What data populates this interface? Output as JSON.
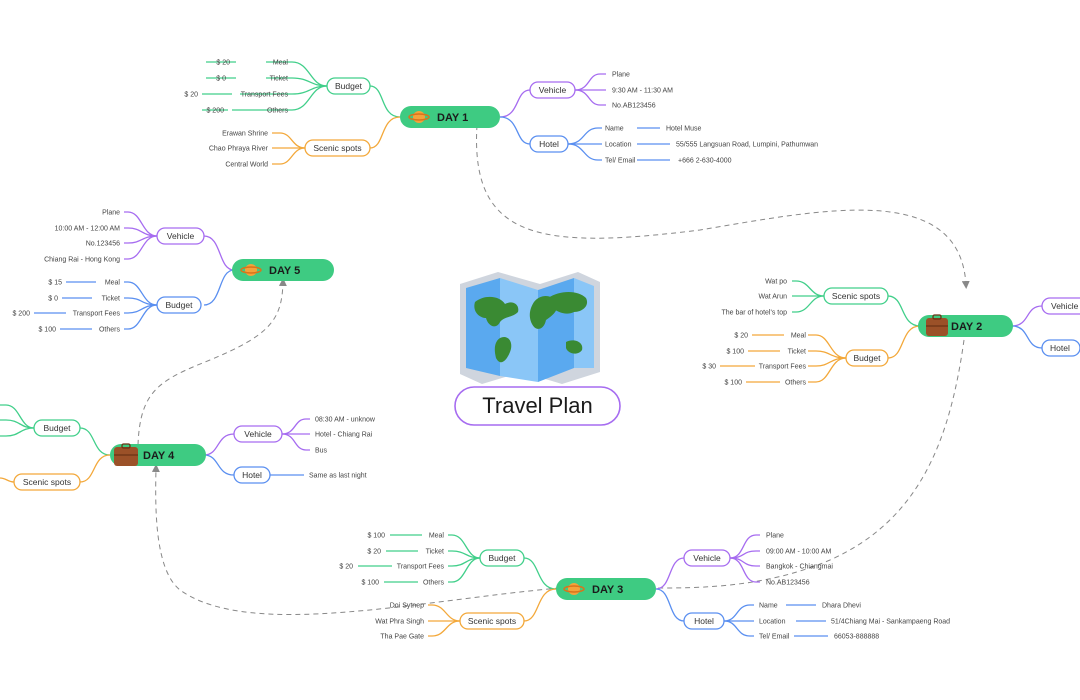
{
  "title": "Travel Plan",
  "colors": {
    "day_pill": "#3ecb82",
    "vehicle": "#a66cf0",
    "hotel": "#5a8ff0",
    "budget_green": "#41cf8a",
    "budget_blue": "#5a8ff0",
    "budget_orange": "#f3a83a",
    "scenic_orange": "#f3a83a",
    "scenic_green": "#41cf8a",
    "dashed_link": "#888888"
  },
  "days": {
    "day1": {
      "label": "DAY 1",
      "icon": "planet-icon",
      "budget": {
        "label": "Budget",
        "items": [
          {
            "amount": "$ 20",
            "name": "Meal"
          },
          {
            "amount": "$ 0",
            "name": "Ticket"
          },
          {
            "amount": "$ 20",
            "name": "Transport Fees"
          },
          {
            "amount": "$ 200",
            "name": "Others"
          }
        ]
      },
      "scenic": {
        "label": "Scenic spots",
        "items": [
          "Erawan Shrine",
          "Chao Phraya River",
          "Central World"
        ]
      },
      "vehicle": {
        "label": "Vehicle",
        "items": [
          "Plane",
          "9:30 AM - 11:30 AM",
          "No.AB123456"
        ]
      },
      "hotel": {
        "label": "Hotel",
        "items": [
          {
            "key": "Name",
            "value": "Hotel Muse"
          },
          {
            "key": "Location",
            "value": "55/555 Langsuan Road, Lumpini, Pathumwan"
          },
          {
            "key": "Tel/ Email",
            "value": "+666 2-630-4000"
          }
        ]
      }
    },
    "day2": {
      "label": "DAY 2",
      "icon": "briefcase-icon",
      "scenic": {
        "label": "Scenic spots",
        "items": [
          "Wat po",
          "Wat Arun",
          "The bar of hotel's top"
        ]
      },
      "budget": {
        "label": "Budget",
        "items": [
          {
            "amount": "$ 20",
            "name": "Meal"
          },
          {
            "amount": "$ 100",
            "name": "Ticket"
          },
          {
            "amount": "$ 30",
            "name": "Transport Fees"
          },
          {
            "amount": "$ 100",
            "name": "Others"
          }
        ]
      },
      "vehicle": {
        "label": "Vehicle"
      },
      "hotel": {
        "label": "Hotel"
      }
    },
    "day3": {
      "label": "DAY 3",
      "icon": "planet-icon",
      "budget": {
        "label": "Budget",
        "items": [
          {
            "amount": "$ 100",
            "name": "Meal"
          },
          {
            "amount": "$ 20",
            "name": "Ticket"
          },
          {
            "amount": "$ 20",
            "name": "Transport Fees"
          },
          {
            "amount": "$ 100",
            "name": "Others"
          }
        ]
      },
      "scenic": {
        "label": "Scenic spots",
        "items": [
          "Doi Sytnep",
          "Wat Phra Singh",
          "Tha Pae Gate"
        ]
      },
      "vehicle": {
        "label": "Vehicle",
        "items": [
          "Plane",
          "09:00 AM - 10:00 AM",
          "Bangkok - Chiangmai",
          "No.AB123456"
        ]
      },
      "hotel": {
        "label": "Hotel",
        "items": [
          {
            "key": "Name",
            "value": "Dhara Dhevi"
          },
          {
            "key": "Location",
            "value": "51/4Chiang Mai - Sankampaeng Road"
          },
          {
            "key": "Tel/ Email",
            "value": "66053-888888"
          }
        ]
      }
    },
    "day4": {
      "label": "DAY 4",
      "icon": "briefcase-icon",
      "budget": {
        "label": "Budget"
      },
      "scenic": {
        "label": "Scenic spots"
      },
      "vehicle": {
        "label": "Vehicle",
        "items": [
          "08:30 AM - unknow",
          "Hotel - Chiang Rai",
          "Bus"
        ]
      },
      "hotel": {
        "label": "Hotel",
        "items": [
          "Same as last night"
        ]
      }
    },
    "day5": {
      "label": "DAY 5",
      "icon": "planet-icon",
      "vehicle": {
        "label": "Vehicle",
        "items": [
          "Plane",
          "10:00 AM - 12:00 AM",
          "No.123456",
          "Chiang Rai - Hong Kong"
        ]
      },
      "budget": {
        "label": "Budget",
        "items": [
          {
            "amount": "$ 15",
            "name": "Meal"
          },
          {
            "amount": "$ 0",
            "name": "Ticket"
          },
          {
            "amount": "$ 200",
            "name": "Transport Fees"
          },
          {
            "amount": "$ 100",
            "name": "Others"
          }
        ]
      }
    }
  }
}
